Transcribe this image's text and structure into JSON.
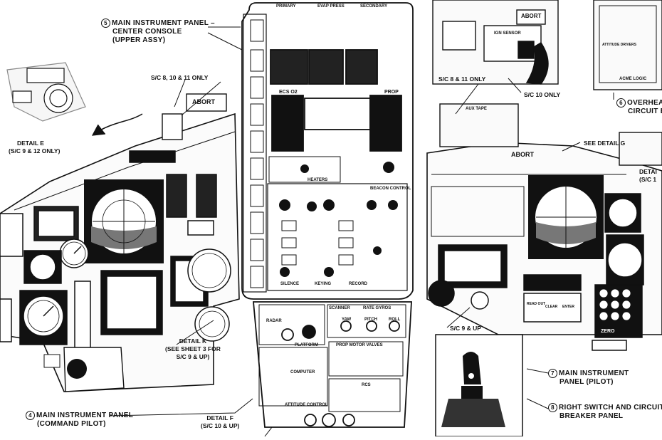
{
  "callouts": {
    "c5": {
      "num": "5",
      "line1": "MAIN INSTRUMENT PANEL –",
      "line2": "CENTER CONSOLE",
      "line3": "(UPPER ASSY)"
    },
    "c4": {
      "num": "4",
      "line1": "MAIN INSTRUMENT PANEL",
      "line2": "(COMMAND PILOT)"
    },
    "c6": {
      "num": "6",
      "line1": "OVERHEA",
      "line2": "CIRCUIT B"
    },
    "c7": {
      "num": "7",
      "line1": "MAIN INSTRUMENT",
      "line2": "PANEL (PILOT)"
    },
    "c8": {
      "num": "8",
      "line1": "RIGHT SWITCH AND CIRCUIT-",
      "line2": "BREAKER PANEL"
    }
  },
  "notes": {
    "sc_8_10_11_left": "S/C 8, 10 & 11 ONLY",
    "sc_8_11_right": "S/C 8 & 11 ONLY",
    "sc_10_only": "S/C 10 ONLY",
    "see_detail_g": "SEE DETAIL G",
    "sc_9_up": "S/C 9 & UP",
    "detail_e": "DETAIL E",
    "detail_e_sub": "(S/C 9 & 12 ONLY)",
    "detail_k": "DETAIL K",
    "detail_k_sub1": "(SEE SHEET 3 FOR",
    "detail_k_sub2": "S/C 9 & UP)",
    "detail_f": "DETAIL F",
    "detail_f_sub": "(S/C 10 & UP)",
    "detail_right": "DETAI",
    "detail_right_sub": "(S/C 1"
  },
  "panel_labels": {
    "abort": "ABORT",
    "primary": "PRIMARY",
    "evap_press": "EVAP PRESS",
    "secondary": "SECONDARY",
    "ecs_o2": "ECS O2",
    "prop": "PROP",
    "heaters": "HEATERS",
    "beacon_control": "BEACON CONTROL",
    "silence": "SILENCE",
    "keying": "KEYING",
    "record": "RECORD",
    "scanner": "SCANNER",
    "rate_gyros": "RATE GYROS",
    "radar": "RADAR",
    "platform": "PLATFORM",
    "prop_motor_valves": "PROP MOTOR VALVES",
    "computer": "COMPUTER",
    "attitude_control": "ATTITUDE CONTROL",
    "rcs": "RCS",
    "yaw": "YAW",
    "pitch": "PITCH",
    "roll": "ROLL",
    "zero": "ZERO",
    "read_out": "READ OUT",
    "clear": "CLEAR",
    "enter": "ENTER",
    "ign_sensor": "IGN SENSOR",
    "aux_tape": "AUX TAPE",
    "acme_logic": "ACME LOGIC",
    "attitude_drivers": "ATTITUDE DRIVERS"
  }
}
